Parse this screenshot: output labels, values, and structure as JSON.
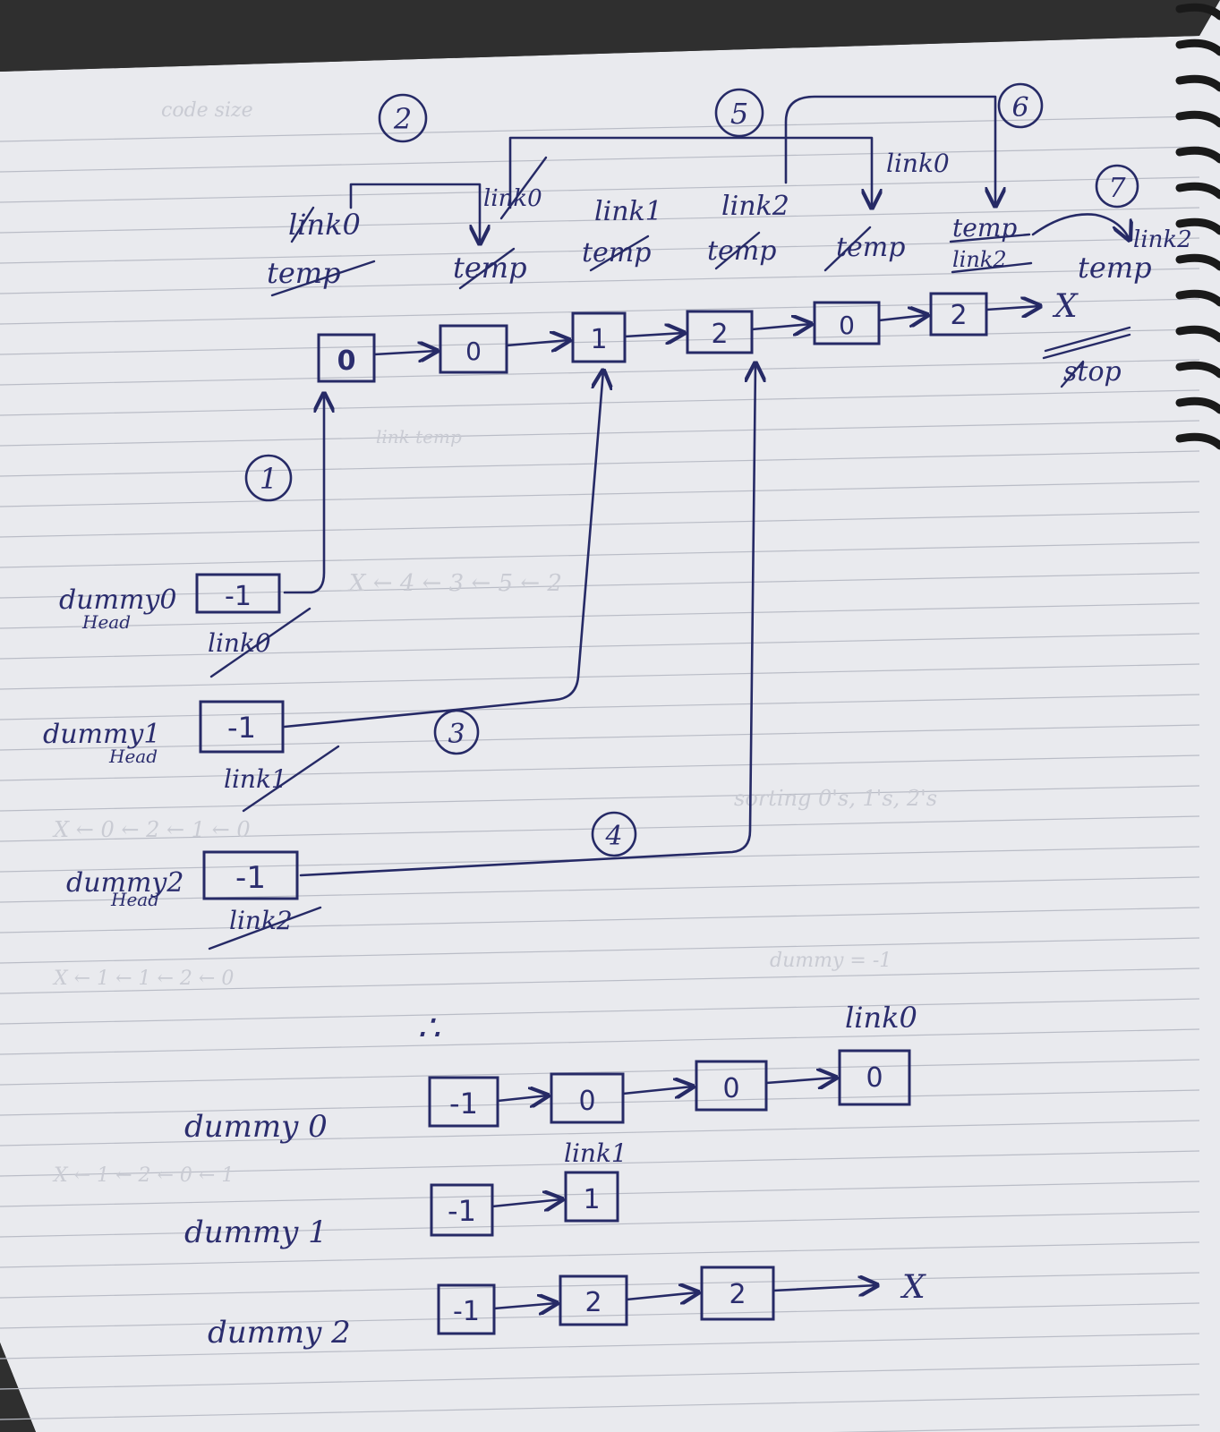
{
  "top_list": {
    "nodes": [
      "0",
      "0",
      "1",
      "2",
      "0",
      "2"
    ],
    "end": "X",
    "stop_label": "stop"
  },
  "top_labels": {
    "n0": [
      "link0",
      "temp"
    ],
    "n1": [
      "link0",
      "temp"
    ],
    "n2": [
      "link1",
      "temp"
    ],
    "n3": [
      "link2",
      "temp"
    ],
    "n4": [
      "link0",
      "temp"
    ],
    "n5": [
      "temp",
      "link2"
    ],
    "end": [
      "link2",
      "temp"
    ]
  },
  "steps": [
    "1",
    "2",
    "3",
    "4",
    "5",
    "6",
    "7"
  ],
  "dummies": [
    {
      "name": "dummy0",
      "sub": "Head",
      "value": "-1",
      "link": "link0"
    },
    {
      "name": "dummy1",
      "sub": "Head",
      "value": "-1",
      "link": "link1"
    },
    {
      "name": "dummy2",
      "sub": "Head",
      "value": "-1",
      "link": "link2"
    }
  ],
  "result": {
    "dummy0": {
      "label": "dummy 0",
      "nodes": [
        "-1",
        "0",
        "0",
        "0"
      ],
      "tail_label": "link0"
    },
    "dummy1": {
      "label": "dummy 1",
      "nodes": [
        "-1",
        "1"
      ],
      "tail_label": "link1"
    },
    "dummy2": {
      "label": "dummy 2",
      "nodes": [
        "-1",
        "2",
        "2"
      ],
      "end": "X"
    }
  },
  "therefore": "∴"
}
